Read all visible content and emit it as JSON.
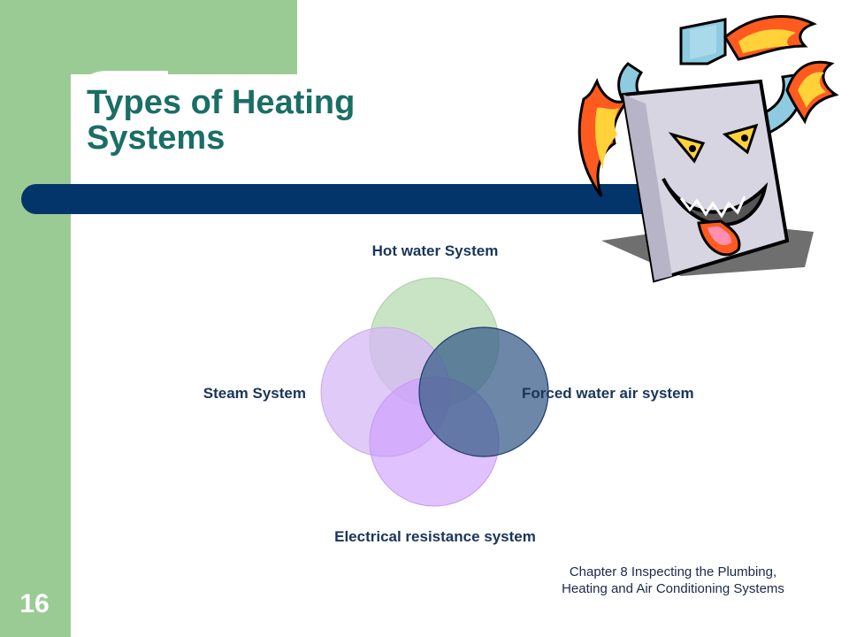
{
  "slide": {
    "title": "Types of Heating Systems",
    "slide_number": "16",
    "footer": "Chapter 8 Inspecting the Plumbing, Heating and Air Conditioning Systems"
  },
  "diagram": {
    "center_label": "",
    "items": [
      {
        "label": "Hot water System",
        "fill": "#bfdfbb"
      },
      {
        "label": "Forced water air system",
        "fill": "#3b5f89"
      },
      {
        "label": "Electrical resistance system",
        "fill": "#cc99ff"
      },
      {
        "label": "Steam System",
        "fill": "#d6b8f5"
      }
    ]
  },
  "clipart": {
    "icon": "angry-furnace-icon"
  },
  "colors": {
    "band_green": "#9bcb94",
    "title_teal": "#1a6e66",
    "title_bar_navy": "#04356a"
  }
}
